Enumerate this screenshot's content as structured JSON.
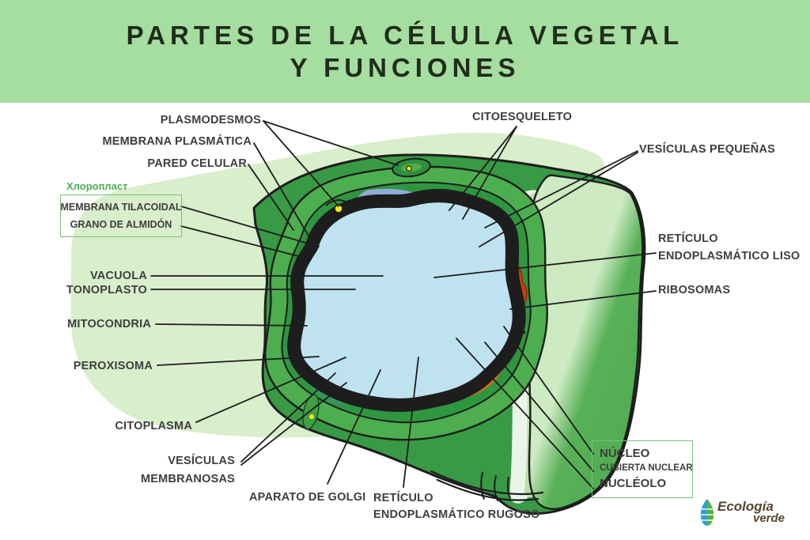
{
  "header": {
    "title_line1": "PARTES DE LA CÉLULA VEGETAL",
    "title_line2": "Y FUNCIONES"
  },
  "labels": {
    "plasmodesmos": "PLASMODESMOS",
    "membrana_plasmatica": "MEMBRANA PLASMÁTICA",
    "pared_celular": "PARED CELULAR",
    "cloroplasto_titulo": "Хлоропласт",
    "membrana_tilacoidal": "MEMBRANA TILACOIDAL",
    "grano_de_almidon": "GRANO DE ALMIDÓN",
    "vacuola": "VACUOLA",
    "tonoplasto": "TONOPLASTO",
    "mitocondria": "MITOCONDRIA",
    "peroxisoma": "PEROXISOMA",
    "citoplasma": "CITOPLASMA",
    "vesiculas_membranosas": {
      "line1": "VESÍCULAS",
      "line2": "MEMBRANOSAS"
    },
    "aparato_de_golgi": "APARATO DE GOLGI",
    "reticulo_endoplasmatico_rugoso": {
      "line1": "RETÍCULO",
      "line2": "ENDOPLASMÁTICO RUGOSO"
    },
    "citoesqueleto": "CITOESQUELETO",
    "vesiculas_pequenas": "VESÍCULAS PEQUEÑAS",
    "reticulo_endoplasmatico_liso": {
      "line1": "RETÍCULO",
      "line2": "ENDOPLASMÁTICO LISO"
    },
    "ribosomas": "RIBOSOMAS",
    "nucleo": "NÚCLEO",
    "cubierta_nuclear": "CUBIERTA NUCLEAR",
    "nucleolo": "NUCLÉOLO"
  },
  "logo": {
    "brand_line1": "Ecología",
    "brand_line2": "verde"
  },
  "colors": {
    "header_bg": "#a6dda0",
    "header_text": "#1f2d1a",
    "label_text": "#3e3e3e",
    "accent_green": "#4cae52",
    "background_blob": "#d9eecb",
    "cell_wall_dark": "#2f9640",
    "cell_wall_light": "#4cae4e",
    "membrane_yellow": "#f6ee0e",
    "cytoplasm_blue": "#bfe2f0",
    "vacuole_blue": "#3c60b2",
    "nucleus_orange": "#ee7d14",
    "nuclear_ring_yellow": "#ffd91c",
    "nucleolus_orange": "#e05c0c",
    "golgi_pink": "#f5a9a2",
    "golgi_red": "#dd2f28",
    "er_brown": "#c5420c",
    "logo_brown": "#57452f",
    "logo_leaf_blue": "#2f9fd0",
    "logo_leaf_green": "#56b33e"
  }
}
